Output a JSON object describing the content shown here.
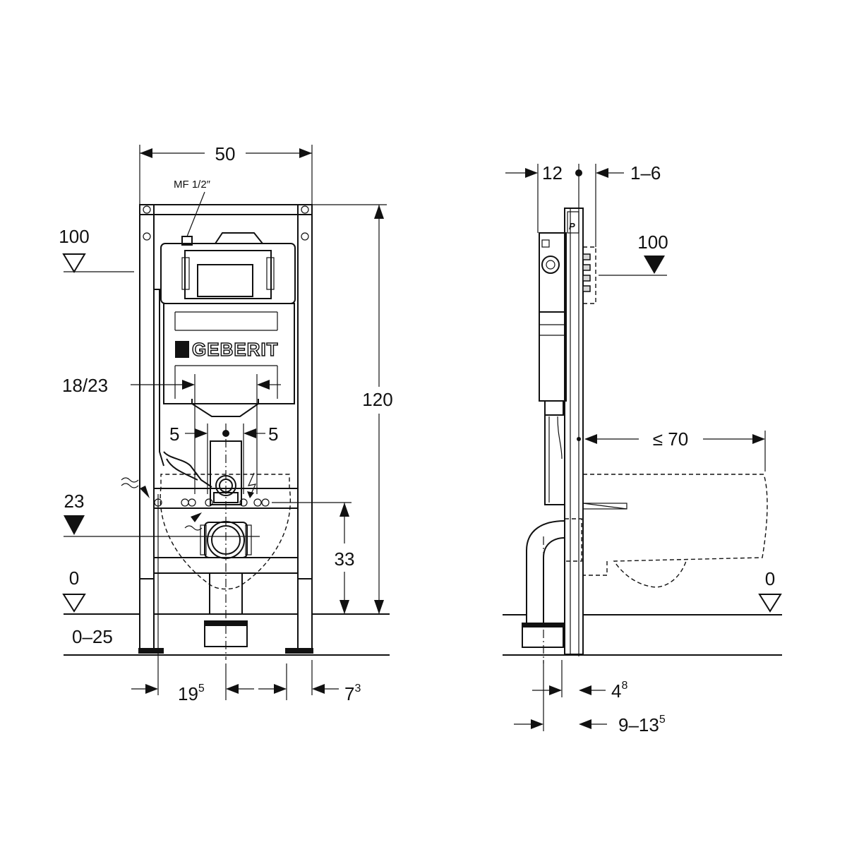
{
  "front_view": {
    "width": "50",
    "connection": "MF 1/2″",
    "level_100": "100",
    "actuator_spacing": "18/23",
    "offset_left": "5",
    "offset_right": "5",
    "height": "120",
    "level_23": "23",
    "height_33": "33",
    "level_0": "0",
    "floor_range": "0–25",
    "dim_19_base": "19",
    "dim_19_sup": "5",
    "dim_7_base": "7",
    "dim_7_sup": "3",
    "brand": "GEBERIT"
  },
  "side_view": {
    "depth_12": "12",
    "dim_1_6": "1–6",
    "level_100": "100",
    "bowl_projection": "≤ 70",
    "level_0": "0",
    "dim_4_base": "4",
    "dim_4_sup": "8",
    "dim_9_base": "9–13",
    "dim_9_sup": "5",
    "frame_logo": "P"
  }
}
